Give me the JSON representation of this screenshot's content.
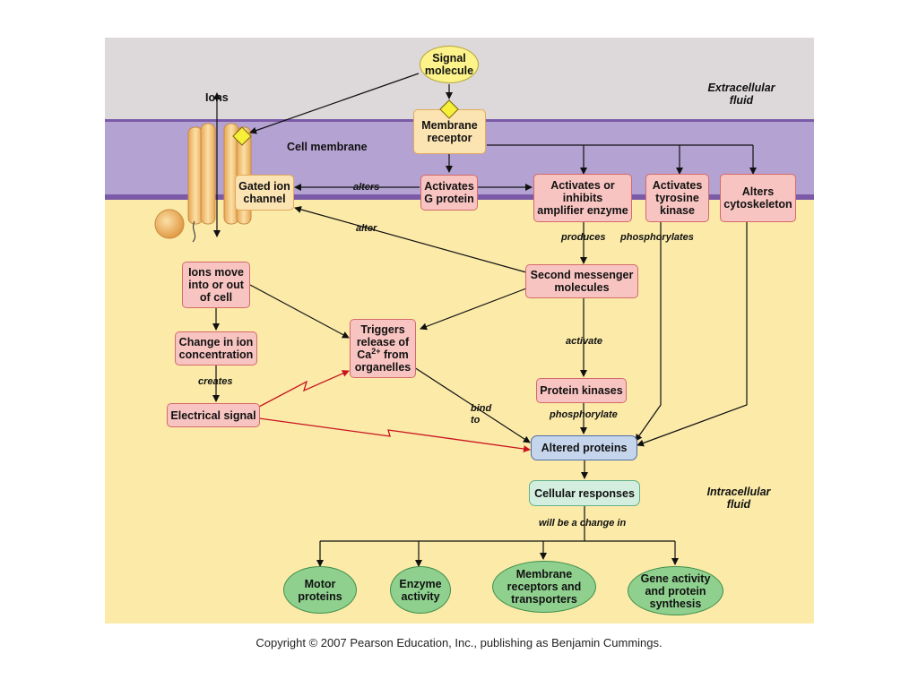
{
  "labels": {
    "ions": "Ions",
    "cell_membrane": "Cell membrane",
    "extracellular": "Extracellular\nfluid",
    "intracellular": "Intracellular\nfluid",
    "alters": "alters",
    "alter": "alter",
    "produces": "produces",
    "phosphorylates": "phosphorylates",
    "activate": "activate",
    "phosphorylate": "phosphorylate",
    "creates": "creates",
    "bind_to": "bind\nto",
    "will_be": "will be a change in"
  },
  "nodes": {
    "signal_molecule": "Signal\nmolecule",
    "membrane_receptor": "Membrane\nreceptor",
    "gated_ion_channel": "Gated ion\nchannel",
    "activates_g_protein": "Activates\nG protein",
    "amplifier_enzyme": "Activates or\ninhibits\namplifier enzyme",
    "tyrosine_kinase": "Activates\ntyrosine\nkinase",
    "alters_cytoskeleton": "Alters\ncytoskeleton",
    "ions_move": "Ions move\ninto or out\nof cell",
    "change_ion": "Change in ion\nconcentration",
    "electrical_signal": "Electrical signal",
    "triggers_pre": "Triggers\nrelease of\nCa",
    "triggers_sup": "2+",
    "triggers_post": " from\norganelles",
    "second_messenger": "Second messenger\nmolecules",
    "protein_kinases": "Protein kinases",
    "altered_proteins": "Altered proteins",
    "cellular_responses": "Cellular responses",
    "motor_proteins": "Motor\nproteins",
    "enzyme_activity": "Enzyme\nactivity",
    "membrane_receptors_transporters": "Membrane\nreceptors and\ntransporters",
    "gene_activity": "Gene activity\nand protein\nsynthesis"
  },
  "copyright": "Copyright © 2007 Pearson Education, Inc., publishing as Benjamin Cummings.",
  "colors": {
    "extracellular": "#ddd8d9",
    "membrane": "#b4a2d2",
    "intracellular": "#fbeaa8",
    "node_pink": "#f8c4c1",
    "node_blue": "#c5d6ec",
    "node_green": "#8fd08e",
    "node_yellow": "#fdf38a",
    "red_arrow": "#c8141e"
  }
}
